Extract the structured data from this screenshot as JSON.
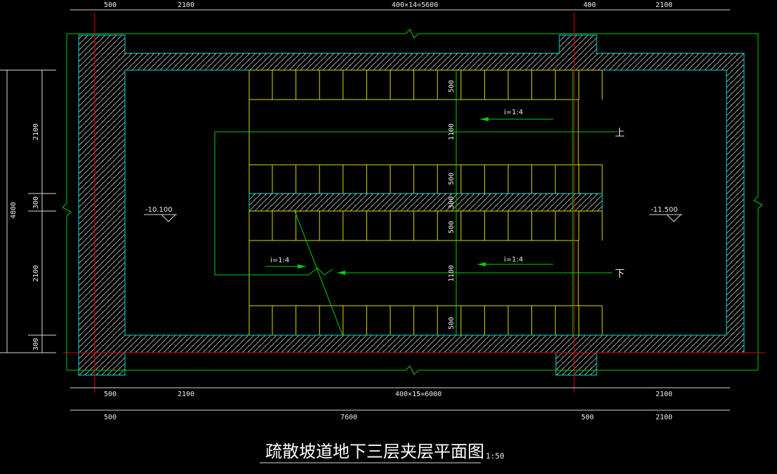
{
  "drawing": {
    "title": "疏散坡道地下三层夹层平面图",
    "scale": "1:50",
    "colors": {
      "background": "#000000",
      "outline": "#00d000",
      "wall": "#00d8d8",
      "hatch": "#b0b0b0",
      "steps": "#d8d800",
      "axis": "#e00000",
      "text": "#e8e8e8"
    }
  },
  "dims_top": [
    "500",
    "2100",
    "400×14=5600",
    "400",
    "2100"
  ],
  "dims_bottom_1": [
    "500",
    "2100",
    "400×15=6000",
    "2100"
  ],
  "dims_bottom_2": [
    "500",
    "7600",
    "500",
    "2100"
  ],
  "dims_left_outer": [
    "4800"
  ],
  "dims_left_inner": [
    "2100",
    "300",
    "2100",
    "300"
  ],
  "dims_inner": [
    "500",
    "1100",
    "500",
    "300",
    "500",
    "1100",
    "500"
  ],
  "labels": {
    "elev_left": "-10.100",
    "elev_right": "-11.500",
    "slope_upper": "i=1:4",
    "slope_lower_left": "i=1:4",
    "slope_lower_right": "i=1:4",
    "up": "上",
    "down": "下"
  }
}
